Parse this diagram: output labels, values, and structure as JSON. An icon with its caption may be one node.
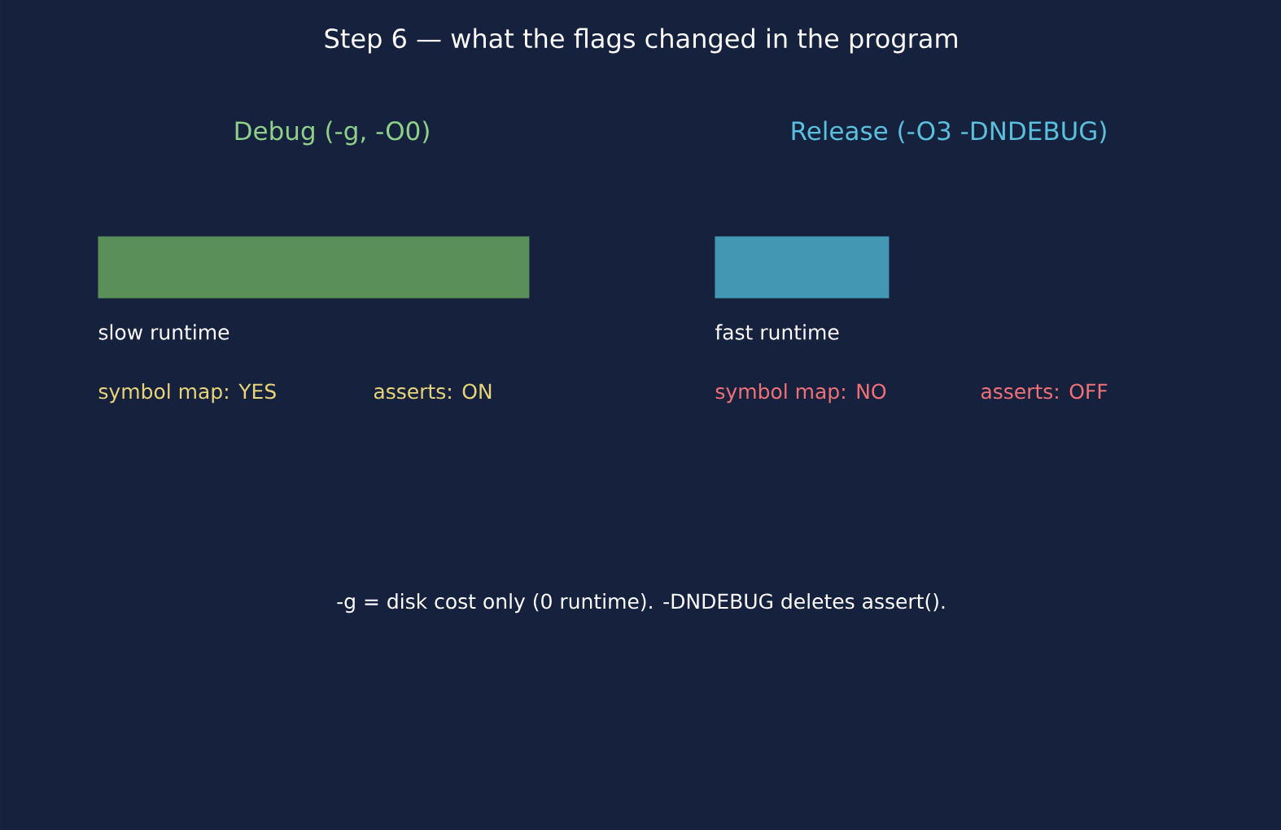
{
  "diagram": {
    "title": "Step 6 — what the flags changed in the program",
    "nodes": [
      {
        "text": [
          "slow runtime"
        ]
      },
      {
        "text": [
          "fast runtime"
        ]
      }
    ],
    "labels": [
      "Debug (-g, -O0)",
      "Release (-O3 -DNDEBUG)",
      "symbol map: YES",
      "asserts: ON",
      "symbol map: NO",
      "asserts: OFF",
      "-g = disk cost only (0 runtime).  -DNDEBUG deletes assert()."
    ]
  }
}
